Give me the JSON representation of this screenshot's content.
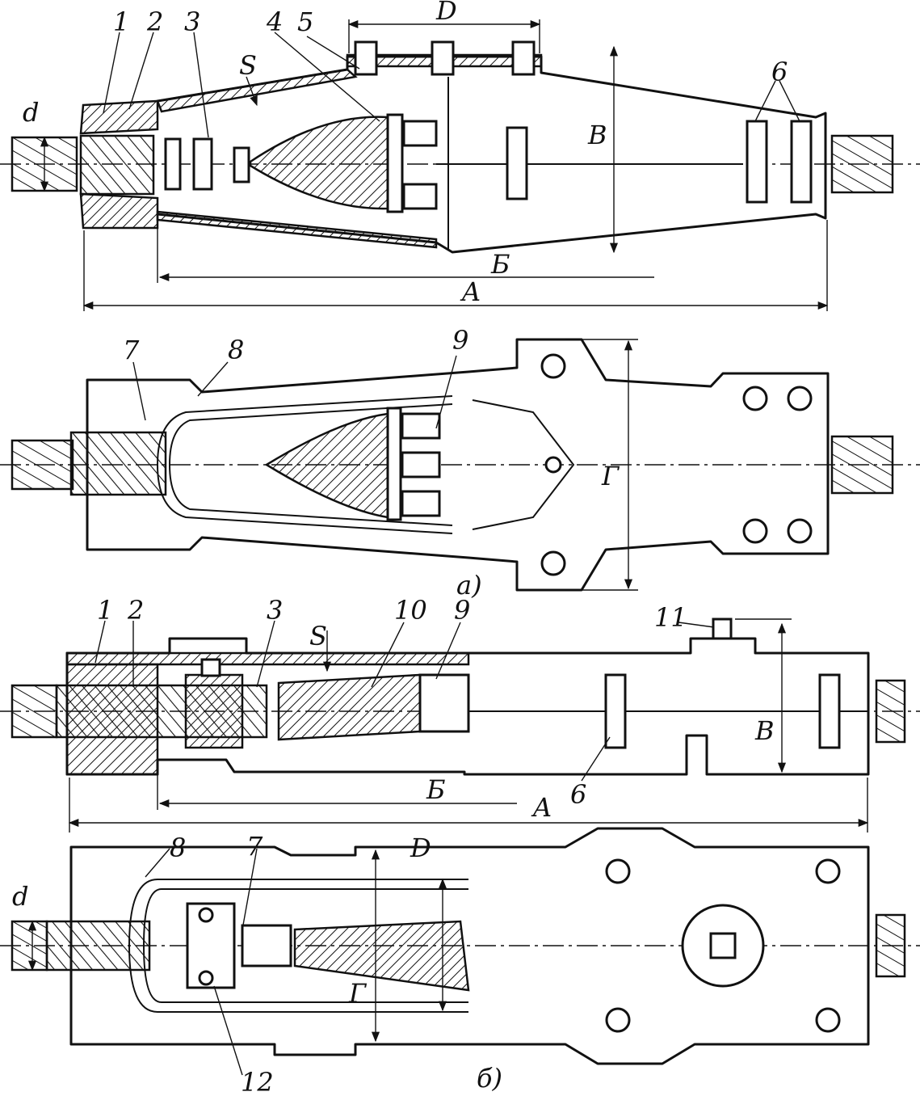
{
  "figure": {
    "view_a_top": {
      "callouts": [
        "1",
        "2",
        "3",
        "4",
        "5",
        "6"
      ],
      "dimensions": {
        "d": "d",
        "s": "S",
        "D": "D",
        "V": "В",
        "B": "Б",
        "A": "A"
      }
    },
    "view_a_plan": {
      "callouts": [
        "7",
        "8",
        "9"
      ],
      "dimensions": {
        "G": "Г"
      },
      "caption": "а)"
    },
    "view_b_top": {
      "callouts": [
        "1",
        "2",
        "3",
        "10",
        "9",
        "11",
        "6"
      ],
      "dimensions": {
        "s": "S",
        "V": "В",
        "B": "Б",
        "A": "A"
      }
    },
    "view_b_plan": {
      "callouts": [
        "8",
        "7",
        "12"
      ],
      "dimensions": {
        "d": "d",
        "D": "D",
        "G": "Г"
      },
      "caption": "б)"
    }
  }
}
